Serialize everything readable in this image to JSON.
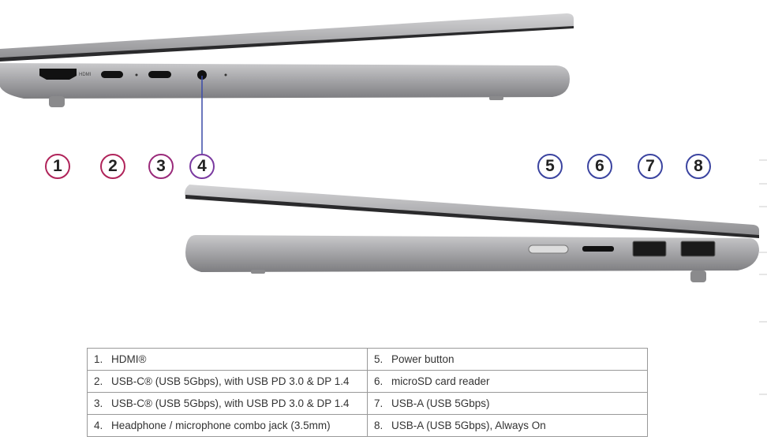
{
  "colors": {
    "callout_left": "#b0245a",
    "callout_left_alt": "#7a3aa0",
    "callout_right": "#3b44a0",
    "chassis": "#9a9a9c"
  },
  "port_labels": {
    "hdmi": "HDMI"
  },
  "callouts": [
    "1",
    "2",
    "3",
    "4",
    "5",
    "6",
    "7",
    "8"
  ],
  "table": {
    "left": [
      {
        "num": "1.",
        "text": "HDMI®"
      },
      {
        "num": "2.",
        "text": "USB-C® (USB 5Gbps), with USB PD 3.0 & DP 1.4"
      },
      {
        "num": "3.",
        "text": "USB-C® (USB 5Gbps), with USB PD 3.0 & DP 1.4"
      },
      {
        "num": "4.",
        "text": "Headphone / microphone combo jack (3.5mm)"
      }
    ],
    "right": [
      {
        "num": "5.",
        "text": "Power button"
      },
      {
        "num": "6.",
        "text": "microSD card reader"
      },
      {
        "num": "7.",
        "text": "USB-A (USB 5Gbps)"
      },
      {
        "num": "8.",
        "text": "USB-A (USB 5Gbps), Always On"
      }
    ]
  }
}
